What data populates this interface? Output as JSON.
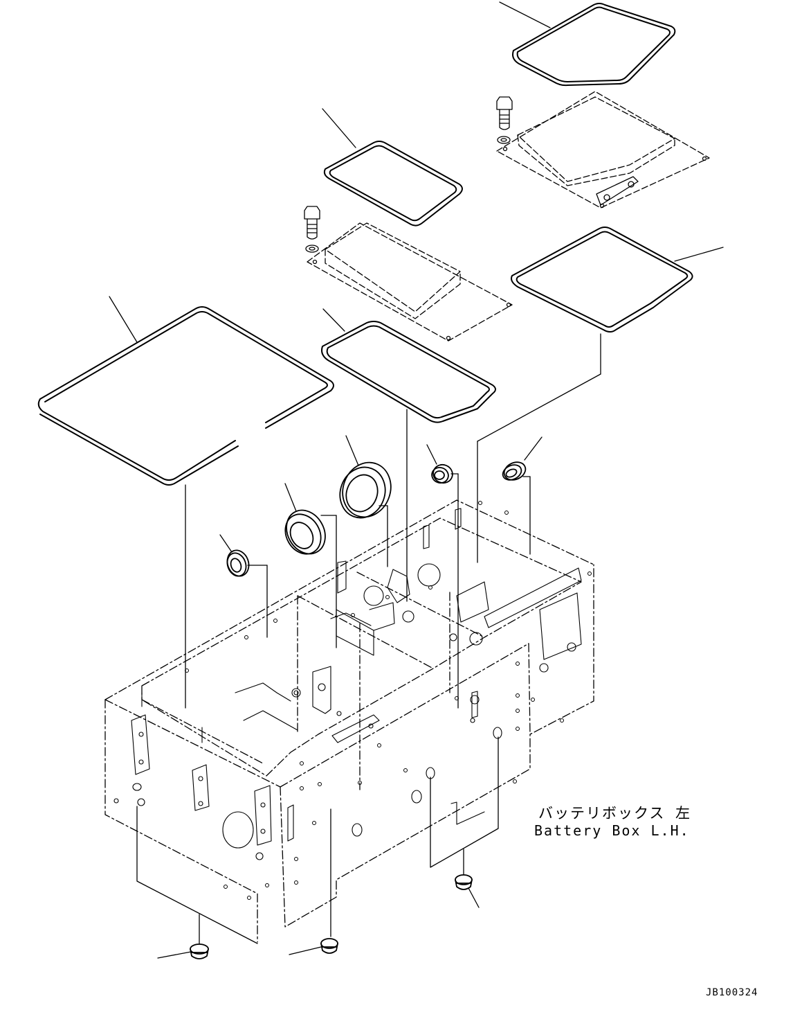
{
  "diagram": {
    "title_jp": "バッテリボックス 左",
    "title_en": "Battery Box L.H.",
    "drawing_id": "JB100324"
  },
  "colors": {
    "line": "#000000",
    "background": "#ffffff"
  }
}
